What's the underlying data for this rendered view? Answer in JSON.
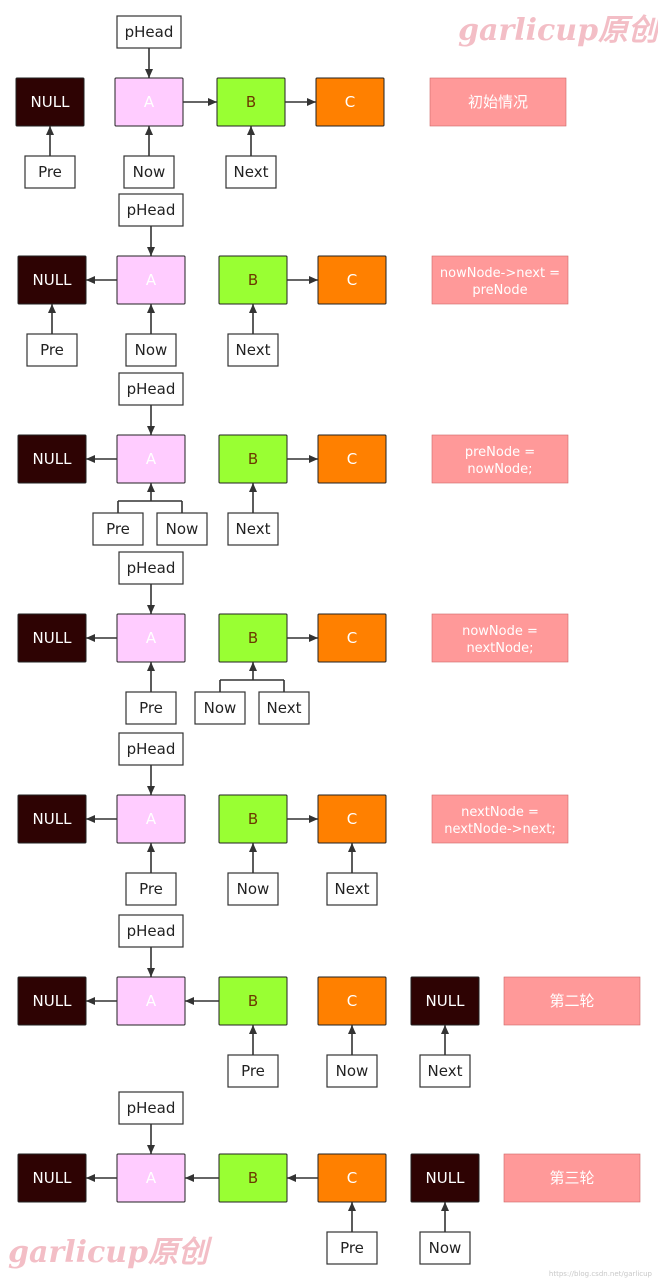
{
  "watermark": "garlicup原创",
  "footer_url": "https://blog.csdn.net/garlicup",
  "colors": {
    "null_node": "#2e0303",
    "node_a": "#ffccff",
    "node_b": "#99ff33",
    "node_c": "#ff8000",
    "note": "#ff9999",
    "arrow": "#333333"
  },
  "steps": [
    {
      "id": "initial",
      "note": "初始情况",
      "head_label": "pHead",
      "nodes": [
        "NULL",
        "A",
        "B",
        "C"
      ],
      "pointers": [
        {
          "label": "Pre",
          "target": "NULL"
        },
        {
          "label": "Now",
          "target": "A"
        },
        {
          "label": "Next",
          "target": "B"
        }
      ]
    },
    {
      "id": "step-1",
      "note": "nowNode->next =\npreNode",
      "head_label": "pHead",
      "nodes": [
        "NULL",
        "A",
        "B",
        "C"
      ],
      "pointers": [
        {
          "label": "Pre",
          "target": "NULL"
        },
        {
          "label": "Now",
          "target": "A"
        },
        {
          "label": "Next",
          "target": "B"
        }
      ]
    },
    {
      "id": "step-2",
      "note": "preNode =\nnowNode;",
      "head_label": "pHead",
      "nodes": [
        "NULL",
        "A",
        "B",
        "C"
      ],
      "pointers": [
        {
          "label": "Pre",
          "target": "A"
        },
        {
          "label": "Now",
          "target": "A"
        },
        {
          "label": "Next",
          "target": "B"
        }
      ]
    },
    {
      "id": "step-3",
      "note": "nowNode =\nnextNode;",
      "head_label": "pHead",
      "nodes": [
        "NULL",
        "A",
        "B",
        "C"
      ],
      "pointers": [
        {
          "label": "Pre",
          "target": "A"
        },
        {
          "label": "Now",
          "target": "B"
        },
        {
          "label": "Next",
          "target": "B"
        }
      ]
    },
    {
      "id": "step-4",
      "note": "nextNode =\nnextNode->next;",
      "head_label": "pHead",
      "nodes": [
        "NULL",
        "A",
        "B",
        "C"
      ],
      "pointers": [
        {
          "label": "Pre",
          "target": "A"
        },
        {
          "label": "Now",
          "target": "B"
        },
        {
          "label": "Next",
          "target": "C"
        }
      ]
    },
    {
      "id": "round-2",
      "note": "第二轮",
      "head_label": "pHead",
      "nodes": [
        "NULL",
        "A",
        "B",
        "C",
        "NULL"
      ],
      "pointers": [
        {
          "label": "Pre",
          "target": "B"
        },
        {
          "label": "Now",
          "target": "C"
        },
        {
          "label": "Next",
          "target": "NULL"
        }
      ]
    },
    {
      "id": "round-3",
      "note": "第三轮",
      "head_label": "pHead",
      "nodes": [
        "NULL",
        "A",
        "B",
        "C",
        "NULL"
      ],
      "pointers": [
        {
          "label": "Pre",
          "target": "C"
        },
        {
          "label": "Now",
          "target": "NULL"
        }
      ]
    }
  ]
}
